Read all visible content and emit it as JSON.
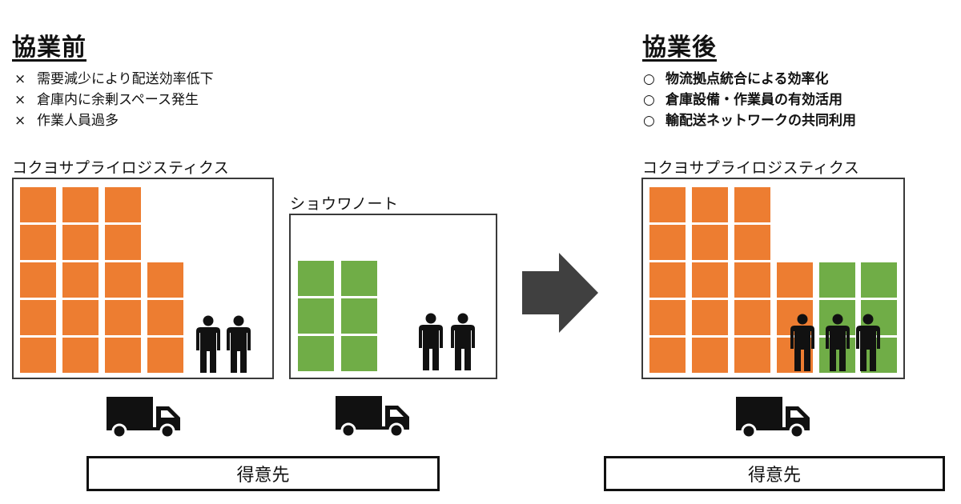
{
  "before": {
    "title": "協業前",
    "issues": [
      {
        "mark": "×",
        "text": "需要減少により配送効率低下"
      },
      {
        "mark": "×",
        "text": "倉庫内に余剰スペース発生"
      },
      {
        "mark": "×",
        "text": "作業人員過多"
      }
    ],
    "companies": [
      "コクヨサプライロジスティクス",
      "ショウワノート"
    ],
    "customer": "得意先"
  },
  "after": {
    "title": "協業後",
    "benefits": [
      {
        "mark": "○",
        "text": "物流拠点統合による効率化"
      },
      {
        "mark": "○",
        "text": "倉庫設備・作業員の有効活用"
      },
      {
        "mark": "○",
        "text": "輸配送ネットワークの共同利用"
      }
    ],
    "company": "コクヨサプライロジスティクス",
    "customer": "得意先"
  },
  "colors": {
    "kokuyo_cargo": "#ED7D31",
    "showa_cargo": "#70AD47",
    "arrow": "#404040",
    "icon": "#111111"
  },
  "icons": [
    "person-icon",
    "truck-icon",
    "right-arrow-icon"
  ]
}
